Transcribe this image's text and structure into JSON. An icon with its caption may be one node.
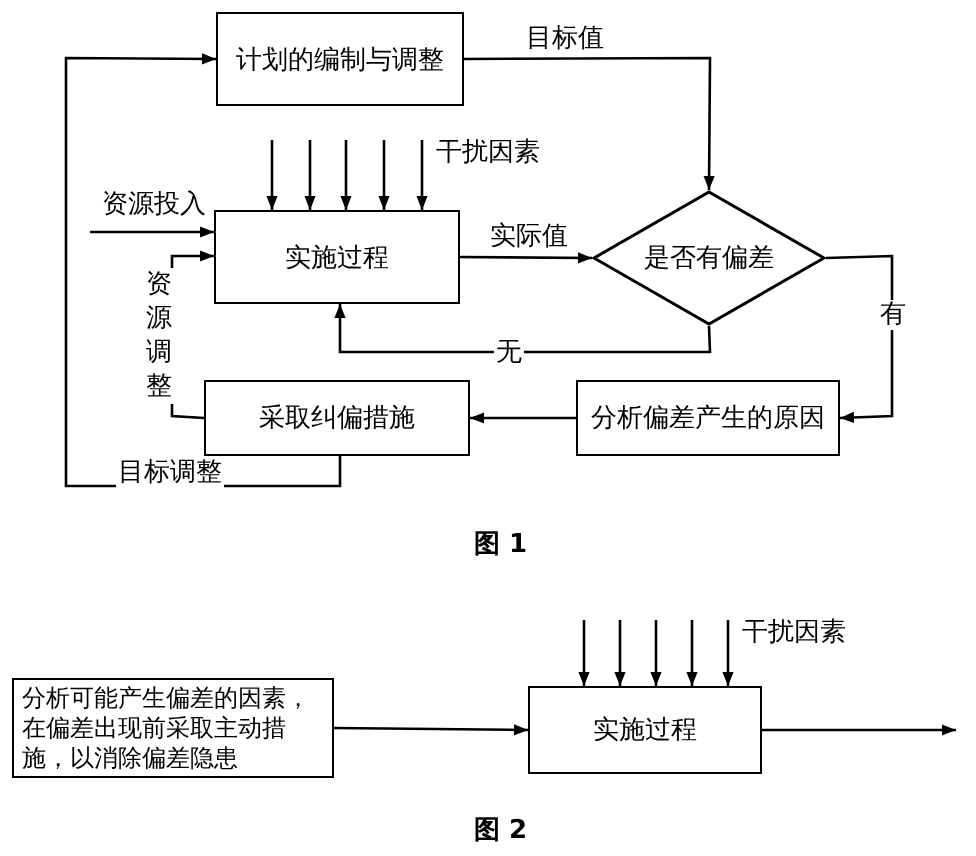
{
  "diagram": {
    "nodes": [
      {
        "text": [
          "计划的编制与调整"
        ]
      },
      {
        "text": [
          "实施过程"
        ]
      },
      {
        "text": [
          "是否有偏差"
        ]
      },
      {
        "text": [
          "分析偏差产生的原因"
        ]
      },
      {
        "text": [
          "采取纠偏措施"
        ]
      },
      {
        "text": [
          "分析可能产生偏差的因素，在偏差出现前采取主动措施，以消除偏差隐患"
        ]
      },
      {
        "text": [
          "实施过程"
        ]
      },
      {
        "text": [
          "干扰因素"
        ]
      },
      {
        "text": [
          "干扰因素"
        ]
      }
    ],
    "edges": [
      {
        "from": 0,
        "to": 2,
        "arrow": "to",
        "label": "目标值"
      },
      {
        "from": 1,
        "to": 2,
        "arrow": "to",
        "label": "实际值"
      },
      {
        "from": 2,
        "to": 1,
        "arrow": "to",
        "label": "无"
      },
      {
        "from": 2,
        "to": 3,
        "arrow": "to",
        "label": "有"
      },
      {
        "from": 3,
        "to": 4,
        "arrow": "to"
      },
      {
        "from": 4,
        "to": 1,
        "arrow": "to",
        "label": "资源调整"
      },
      {
        "from": 4,
        "to": 0,
        "arrow": "to",
        "label": "目标调整"
      },
      {
        "from": null,
        "to": 1,
        "arrow": "to",
        "label": "资源投入"
      },
      {
        "from": null,
        "to": 1,
        "arrow": "to"
      },
      {
        "from": null,
        "to": 1,
        "arrow": "to"
      },
      {
        "from": null,
        "to": 1,
        "arrow": "to"
      },
      {
        "from": null,
        "to": 1,
        "arrow": "to"
      },
      {
        "from": 7,
        "to": 1,
        "arrow": "to"
      },
      {
        "from": 5,
        "to": 6,
        "arrow": "to"
      },
      {
        "from": 6,
        "to": null,
        "arrow": "to"
      },
      {
        "from": null,
        "to": 6,
        "arrow": "to"
      },
      {
        "from": null,
        "to": 6,
        "arrow": "to"
      },
      {
        "from": null,
        "to": 6,
        "arrow": "to"
      },
      {
        "from": null,
        "to": 6,
        "arrow": "to"
      },
      {
        "from": 8,
        "to": 6,
        "arrow": "to"
      }
    ],
    "labels": [
      "图 1",
      "图 2"
    ]
  }
}
